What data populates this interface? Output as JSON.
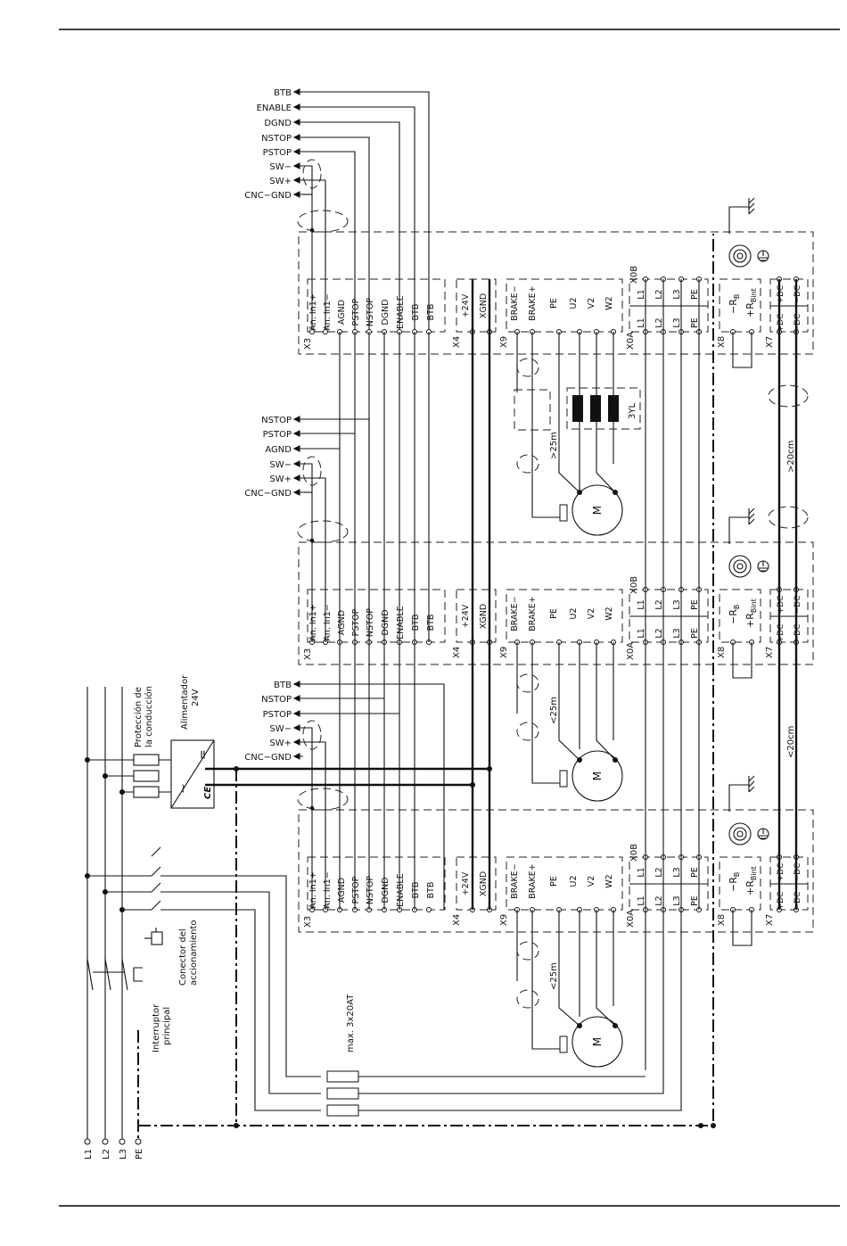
{
  "top_inputs": {
    "labels": [
      "BTB",
      "ENABLE",
      "DGND",
      "NSTOP",
      "PSTOP",
      "SW−",
      "SW+",
      "CNC−GND"
    ]
  },
  "mid_inputs": {
    "labels": [
      "NSTOP",
      "PSTOP",
      "AGND",
      "SW−",
      "SW+",
      "CNC−GND"
    ]
  },
  "bot_inputs": {
    "labels": [
      "BTB",
      "NSTOP",
      "PSTOP",
      "SW−",
      "SW+",
      "CNC−GND"
    ]
  },
  "drive": {
    "x3_label": "X3",
    "x3_pins": [
      "An. In1+",
      "An. In1−",
      "AGND",
      "PSTOP",
      "NSTOP",
      "DGND",
      "ENABLE",
      "BTB",
      "BTB"
    ],
    "x4_label": "X4",
    "x4_pins": [
      "+24V",
      "XGND"
    ],
    "x9_label": "X9",
    "x9_pins": [
      "BRAKE−",
      "BRAKE+",
      "PE",
      "U2",
      "V2",
      "W2"
    ],
    "x0a_label": "X0A",
    "x0b_label": "X0B",
    "x0a_pins": [
      "L1",
      "L2",
      "L3",
      "PE"
    ],
    "x0b_pins": [
      "L1",
      "L2",
      "L3",
      "PE"
    ],
    "x8_label": "X8",
    "x8_rb_minus": "−R",
    "x8_rb_plus": "+R",
    "x8_sub_b": "B",
    "x8_sub_bint": "Bint",
    "x7_label": "X7",
    "x7_pins": [
      "+DC",
      "+DC",
      "−DC",
      "−DC"
    ]
  },
  "motor_label": "M",
  "choke_label": "3YL",
  "distances": {
    "cable_gt25": ">25m",
    "cable_lt25": "<25m",
    "dc_gt20": ">20cm",
    "dc_lt20": "<20cm"
  },
  "psu": {
    "title": "Alimentador",
    "voltage": "24V",
    "ac_symbol": "~",
    "dc_symbol": "=",
    "ce": "CE"
  },
  "labels": {
    "line_protection_1": "Protección de",
    "line_protection_2": "la conducción",
    "contactor_1": "Conector del",
    "contactor_2": "accionamiento",
    "main_switch_1": "Interruptor",
    "main_switch_2": "principal",
    "fuses": "max. 3x20AT"
  },
  "mains": [
    "L1",
    "L2",
    "L3",
    "PE"
  ]
}
